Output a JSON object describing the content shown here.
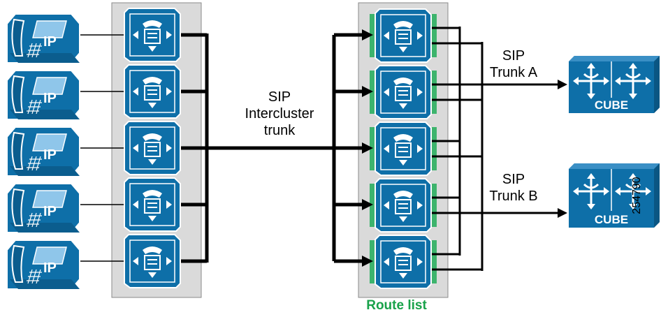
{
  "labels": {
    "intercluster": [
      "SIP",
      "Intercluster",
      "trunk"
    ],
    "trunk_a": [
      "SIP",
      "Trunk A"
    ],
    "trunk_b": [
      "SIP",
      "Trunk B"
    ],
    "route_list": "Route list",
    "figure_id": "254790"
  },
  "phones": [
    "IP",
    "IP",
    "IP",
    "IP",
    "IP"
  ],
  "cube_devices": [
    "CUBE",
    "CUBE"
  ],
  "colors": {
    "device_blue": "#0e6fa8",
    "panel_gray": "#dadada",
    "route_green": "#19a24a"
  }
}
